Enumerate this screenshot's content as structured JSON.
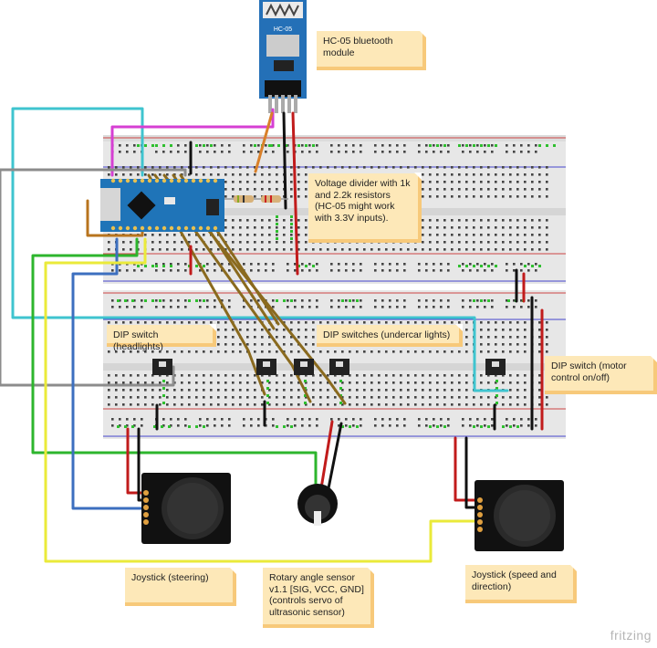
{
  "diagram": {
    "notes": {
      "bluetooth": "HC-05 bluetooth module",
      "divider": "Voltage divider with 1k and 2.2k resistors (HC-05 might work with 3.3V inputs).",
      "headlights": "DIP switch (headlights)",
      "undercar": "DIP switches (undercar lights)",
      "motor": "DIP switch (motor control on/off)",
      "steering": "Joystick (steering)",
      "rotary": "Rotary angle sensor v1.1 [SIG, VCC, GND] (controls servo of ultrasonic sensor)",
      "speed": "Joystick (speed and direction)"
    },
    "module_label": "HC-05",
    "brand": "fritzing",
    "colors": {
      "note_bg": "#fde8b8",
      "breadboard": "#e6e6e6",
      "arduino": "#1f74b8",
      "hc05": "#2470b7",
      "wire_cyan": "#3fc4cf",
      "wire_magenta": "#d63fd3",
      "wire_grey": "#8c8c8c",
      "wire_green": "#2db52d",
      "wire_blue": "#3c6fbf",
      "wire_yellow": "#eaea3a",
      "wire_brown": "#8a6a1e",
      "wire_orange": "#d9802a",
      "wire_red": "#c11b1b",
      "wire_black": "#111111"
    }
  }
}
